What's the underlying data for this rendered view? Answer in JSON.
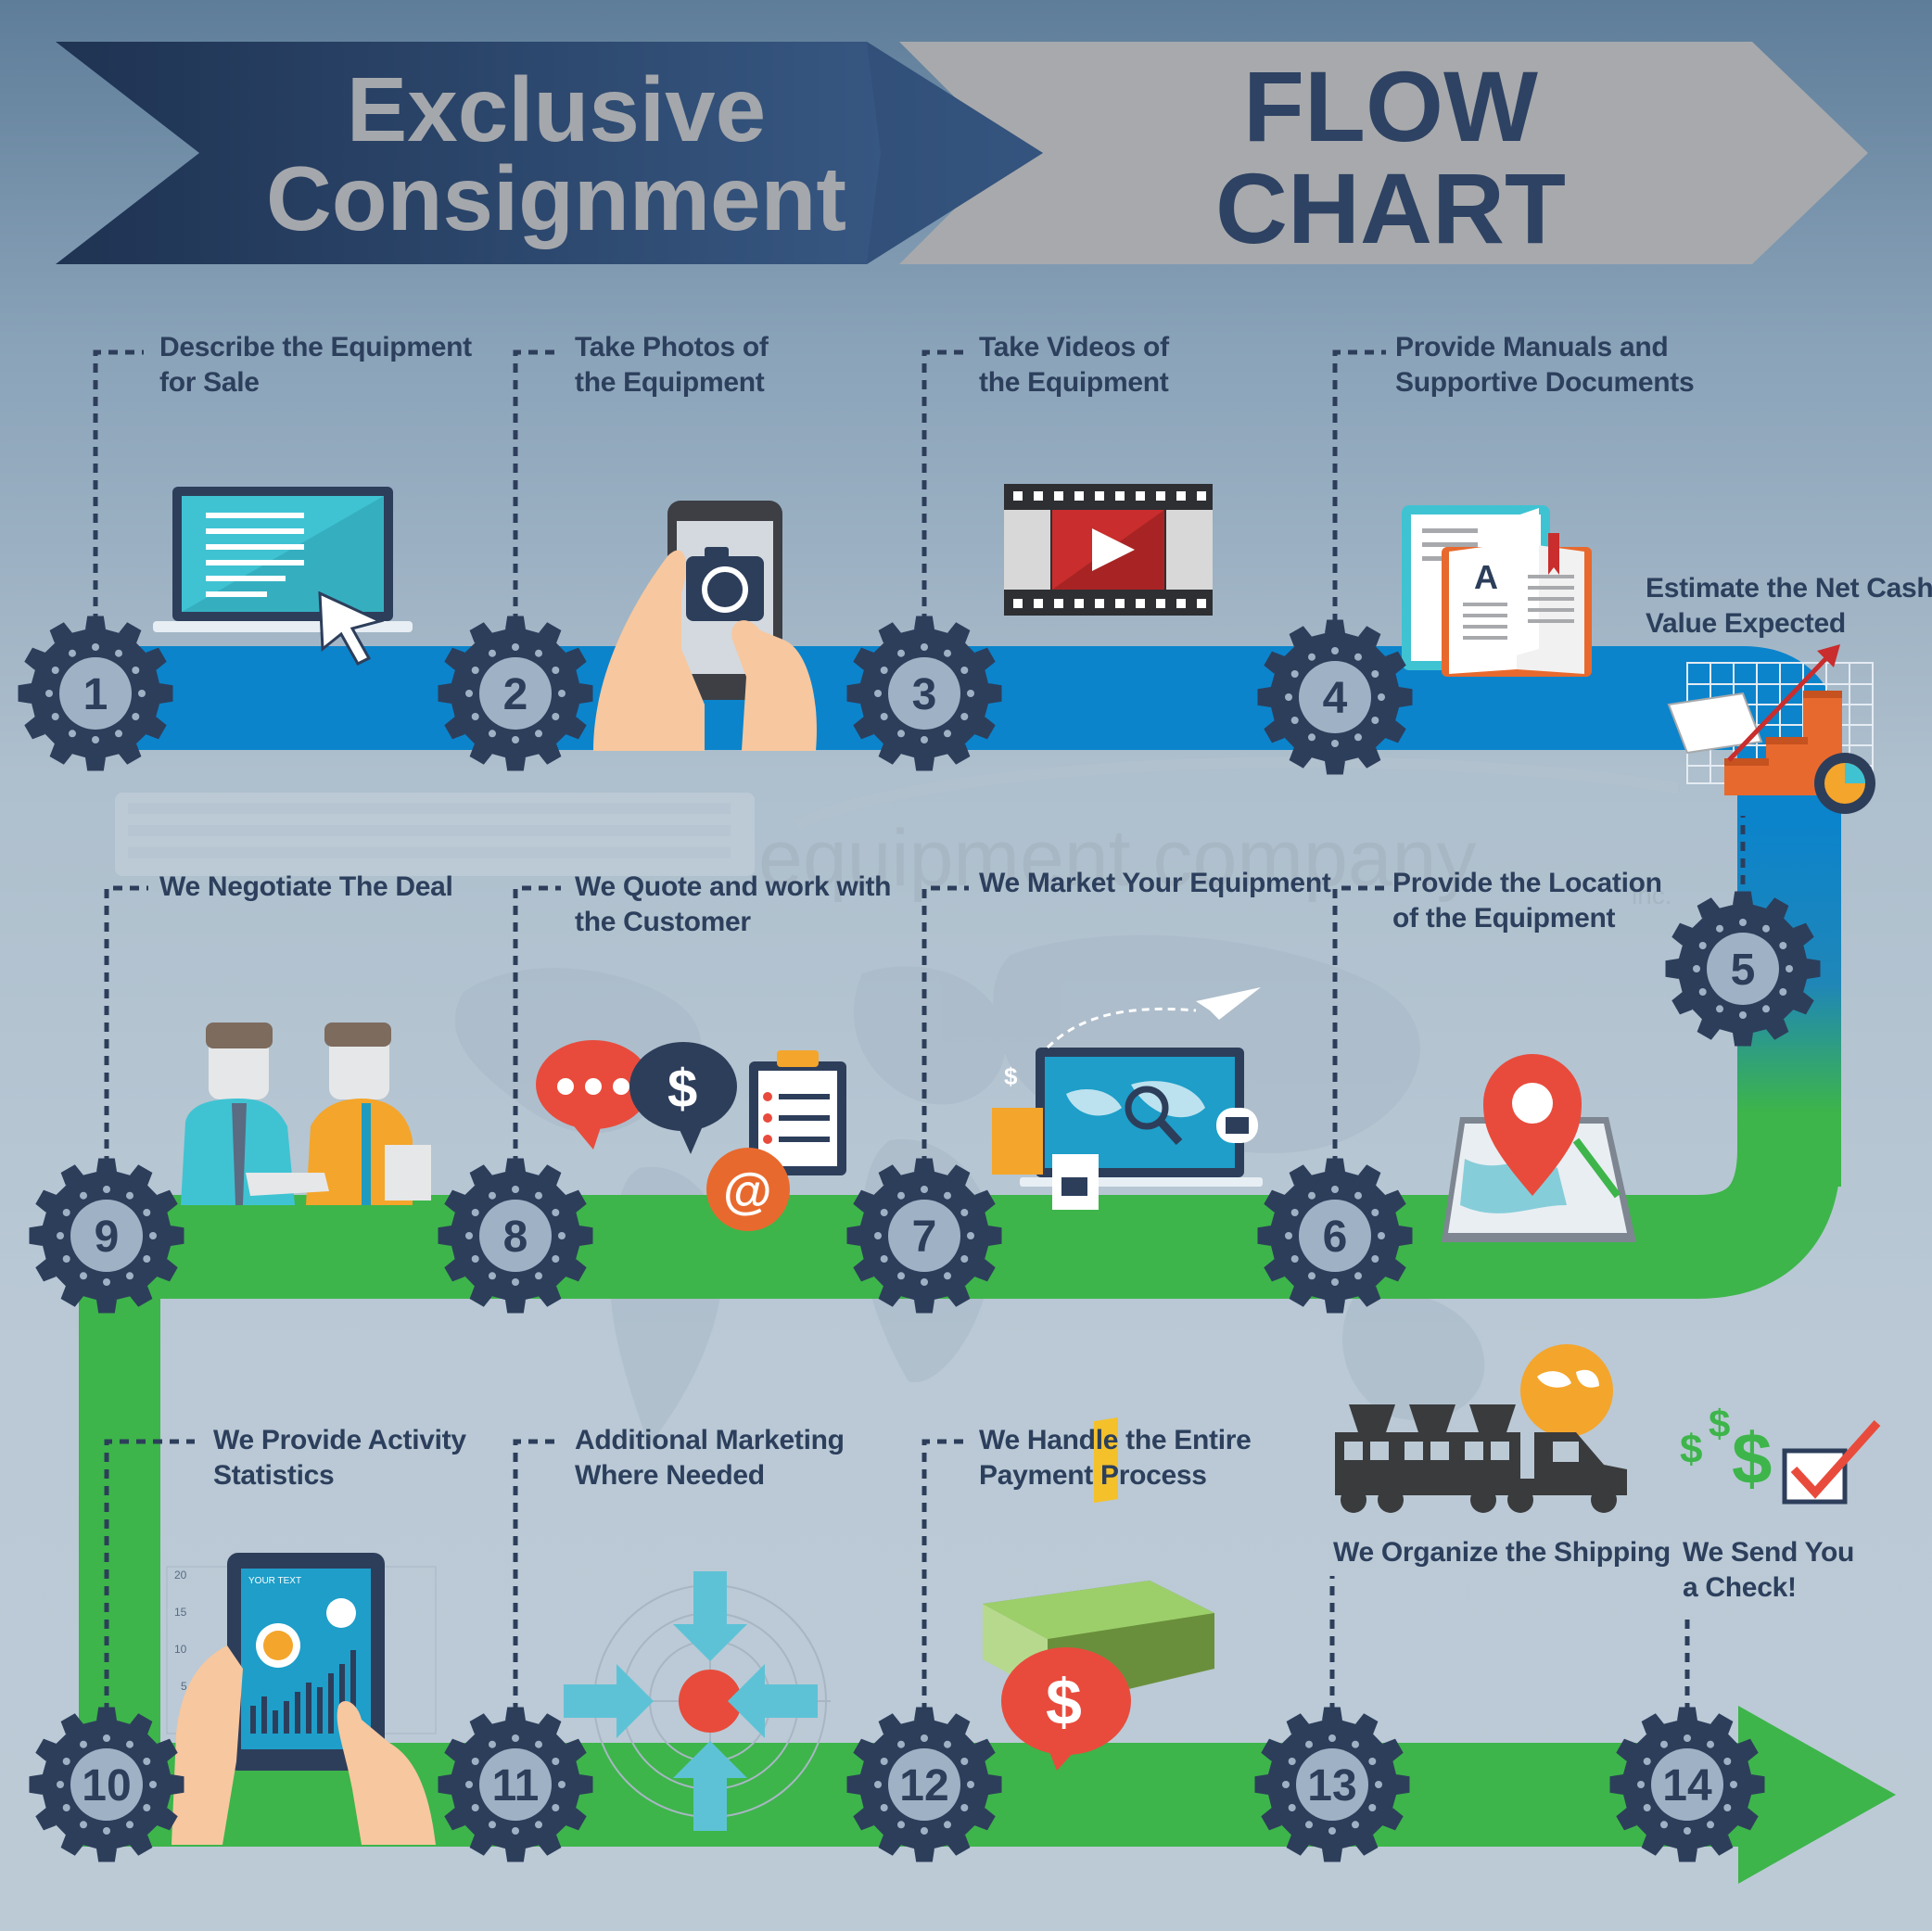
{
  "title": {
    "left_line1": "Exclusive",
    "left_line2": "Consignment",
    "right_line1": "FLOW",
    "right_line2": "CHART"
  },
  "watermark": {
    "brand": "equipment company",
    "suffix": "inc."
  },
  "steps": [
    {
      "number": "1",
      "line1": "Describe the Equipment",
      "line2": "for Sale",
      "icon": "laptop-cursor-icon"
    },
    {
      "number": "2",
      "line1": "Take Photos of",
      "line2": "the Equipment",
      "icon": "smartphone-camera-icon"
    },
    {
      "number": "3",
      "line1": "Take Videos of",
      "line2": "the Equipment",
      "icon": "video-film-icon"
    },
    {
      "number": "4",
      "line1": "Provide Manuals and",
      "line2": "Supportive Documents",
      "icon": "manual-book-icon"
    },
    {
      "number": "5",
      "line1": "Estimate the Net Cash",
      "line2": "Value Expected",
      "icon": "growth-chart-icon"
    },
    {
      "number": "6",
      "line1": "Provide the Location",
      "line2": "of the Equipment",
      "icon": "map-pin-icon"
    },
    {
      "number": "7",
      "line1": "We Market Your Equipment",
      "line2": "",
      "icon": "marketing-laptop-icon"
    },
    {
      "number": "8",
      "line1": "We Quote and work with",
      "line2": "the Customer",
      "icon": "chat-quote-icon"
    },
    {
      "number": "9",
      "line1": "We Negotiate The Deal",
      "line2": "",
      "icon": "handshake-icon"
    },
    {
      "number": "10",
      "line1": "We Provide Activity",
      "line2": "Statistics",
      "icon": "tablet-stats-icon"
    },
    {
      "number": "11",
      "line1": "Additional Marketing",
      "line2": "Where Needed",
      "icon": "target-arrows-icon"
    },
    {
      "number": "12",
      "line1": "We Handle the Entire",
      "line2": "Payment Process",
      "icon": "money-stack-icon"
    },
    {
      "number": "13",
      "line1": "We Organize the Shipping",
      "line2": "",
      "icon": "truck-shipping-icon"
    },
    {
      "number": "14",
      "line1": "We Send You",
      "line2": "a Check!",
      "icon": "check-mark-icon"
    }
  ],
  "tablet_screen": {
    "header": "YOUR TEXT",
    "axis": [
      "20",
      "15",
      "10",
      "5"
    ]
  },
  "colors": {
    "path_blue": "#0b84cc",
    "path_green": "#3db54a",
    "gear": "#2d3e5b",
    "gear_center": "#9fb2c5",
    "banner_dark": "#23395d",
    "banner_grey": "#a7a9ac",
    "text": "#2c3f5c"
  }
}
